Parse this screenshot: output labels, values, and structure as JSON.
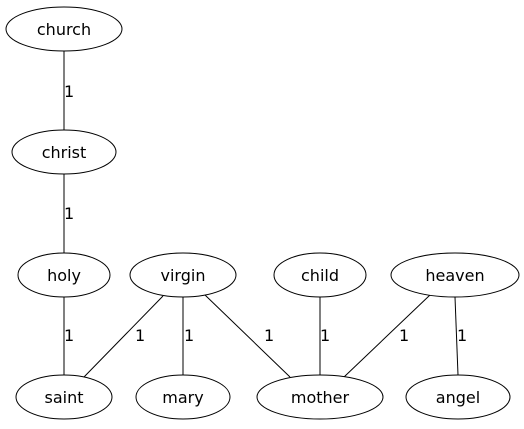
{
  "graph": {
    "nodes": [
      {
        "id": "church",
        "label": "church"
      },
      {
        "id": "christ",
        "label": "christ"
      },
      {
        "id": "holy",
        "label": "holy"
      },
      {
        "id": "virgin",
        "label": "virgin"
      },
      {
        "id": "child",
        "label": "child"
      },
      {
        "id": "heaven",
        "label": "heaven"
      },
      {
        "id": "saint",
        "label": "saint"
      },
      {
        "id": "mary",
        "label": "mary"
      },
      {
        "id": "mother",
        "label": "mother"
      },
      {
        "id": "angel",
        "label": "angel"
      }
    ],
    "edges": [
      {
        "source": "church",
        "target": "christ",
        "label": "1"
      },
      {
        "source": "christ",
        "target": "holy",
        "label": "1"
      },
      {
        "source": "holy",
        "target": "saint",
        "label": "1"
      },
      {
        "source": "virgin",
        "target": "saint",
        "label": "1"
      },
      {
        "source": "virgin",
        "target": "mary",
        "label": "1"
      },
      {
        "source": "virgin",
        "target": "mother",
        "label": "1"
      },
      {
        "source": "child",
        "target": "mother",
        "label": "1"
      },
      {
        "source": "heaven",
        "target": "mother",
        "label": "1"
      },
      {
        "source": "heaven",
        "target": "angel",
        "label": "1"
      }
    ]
  }
}
